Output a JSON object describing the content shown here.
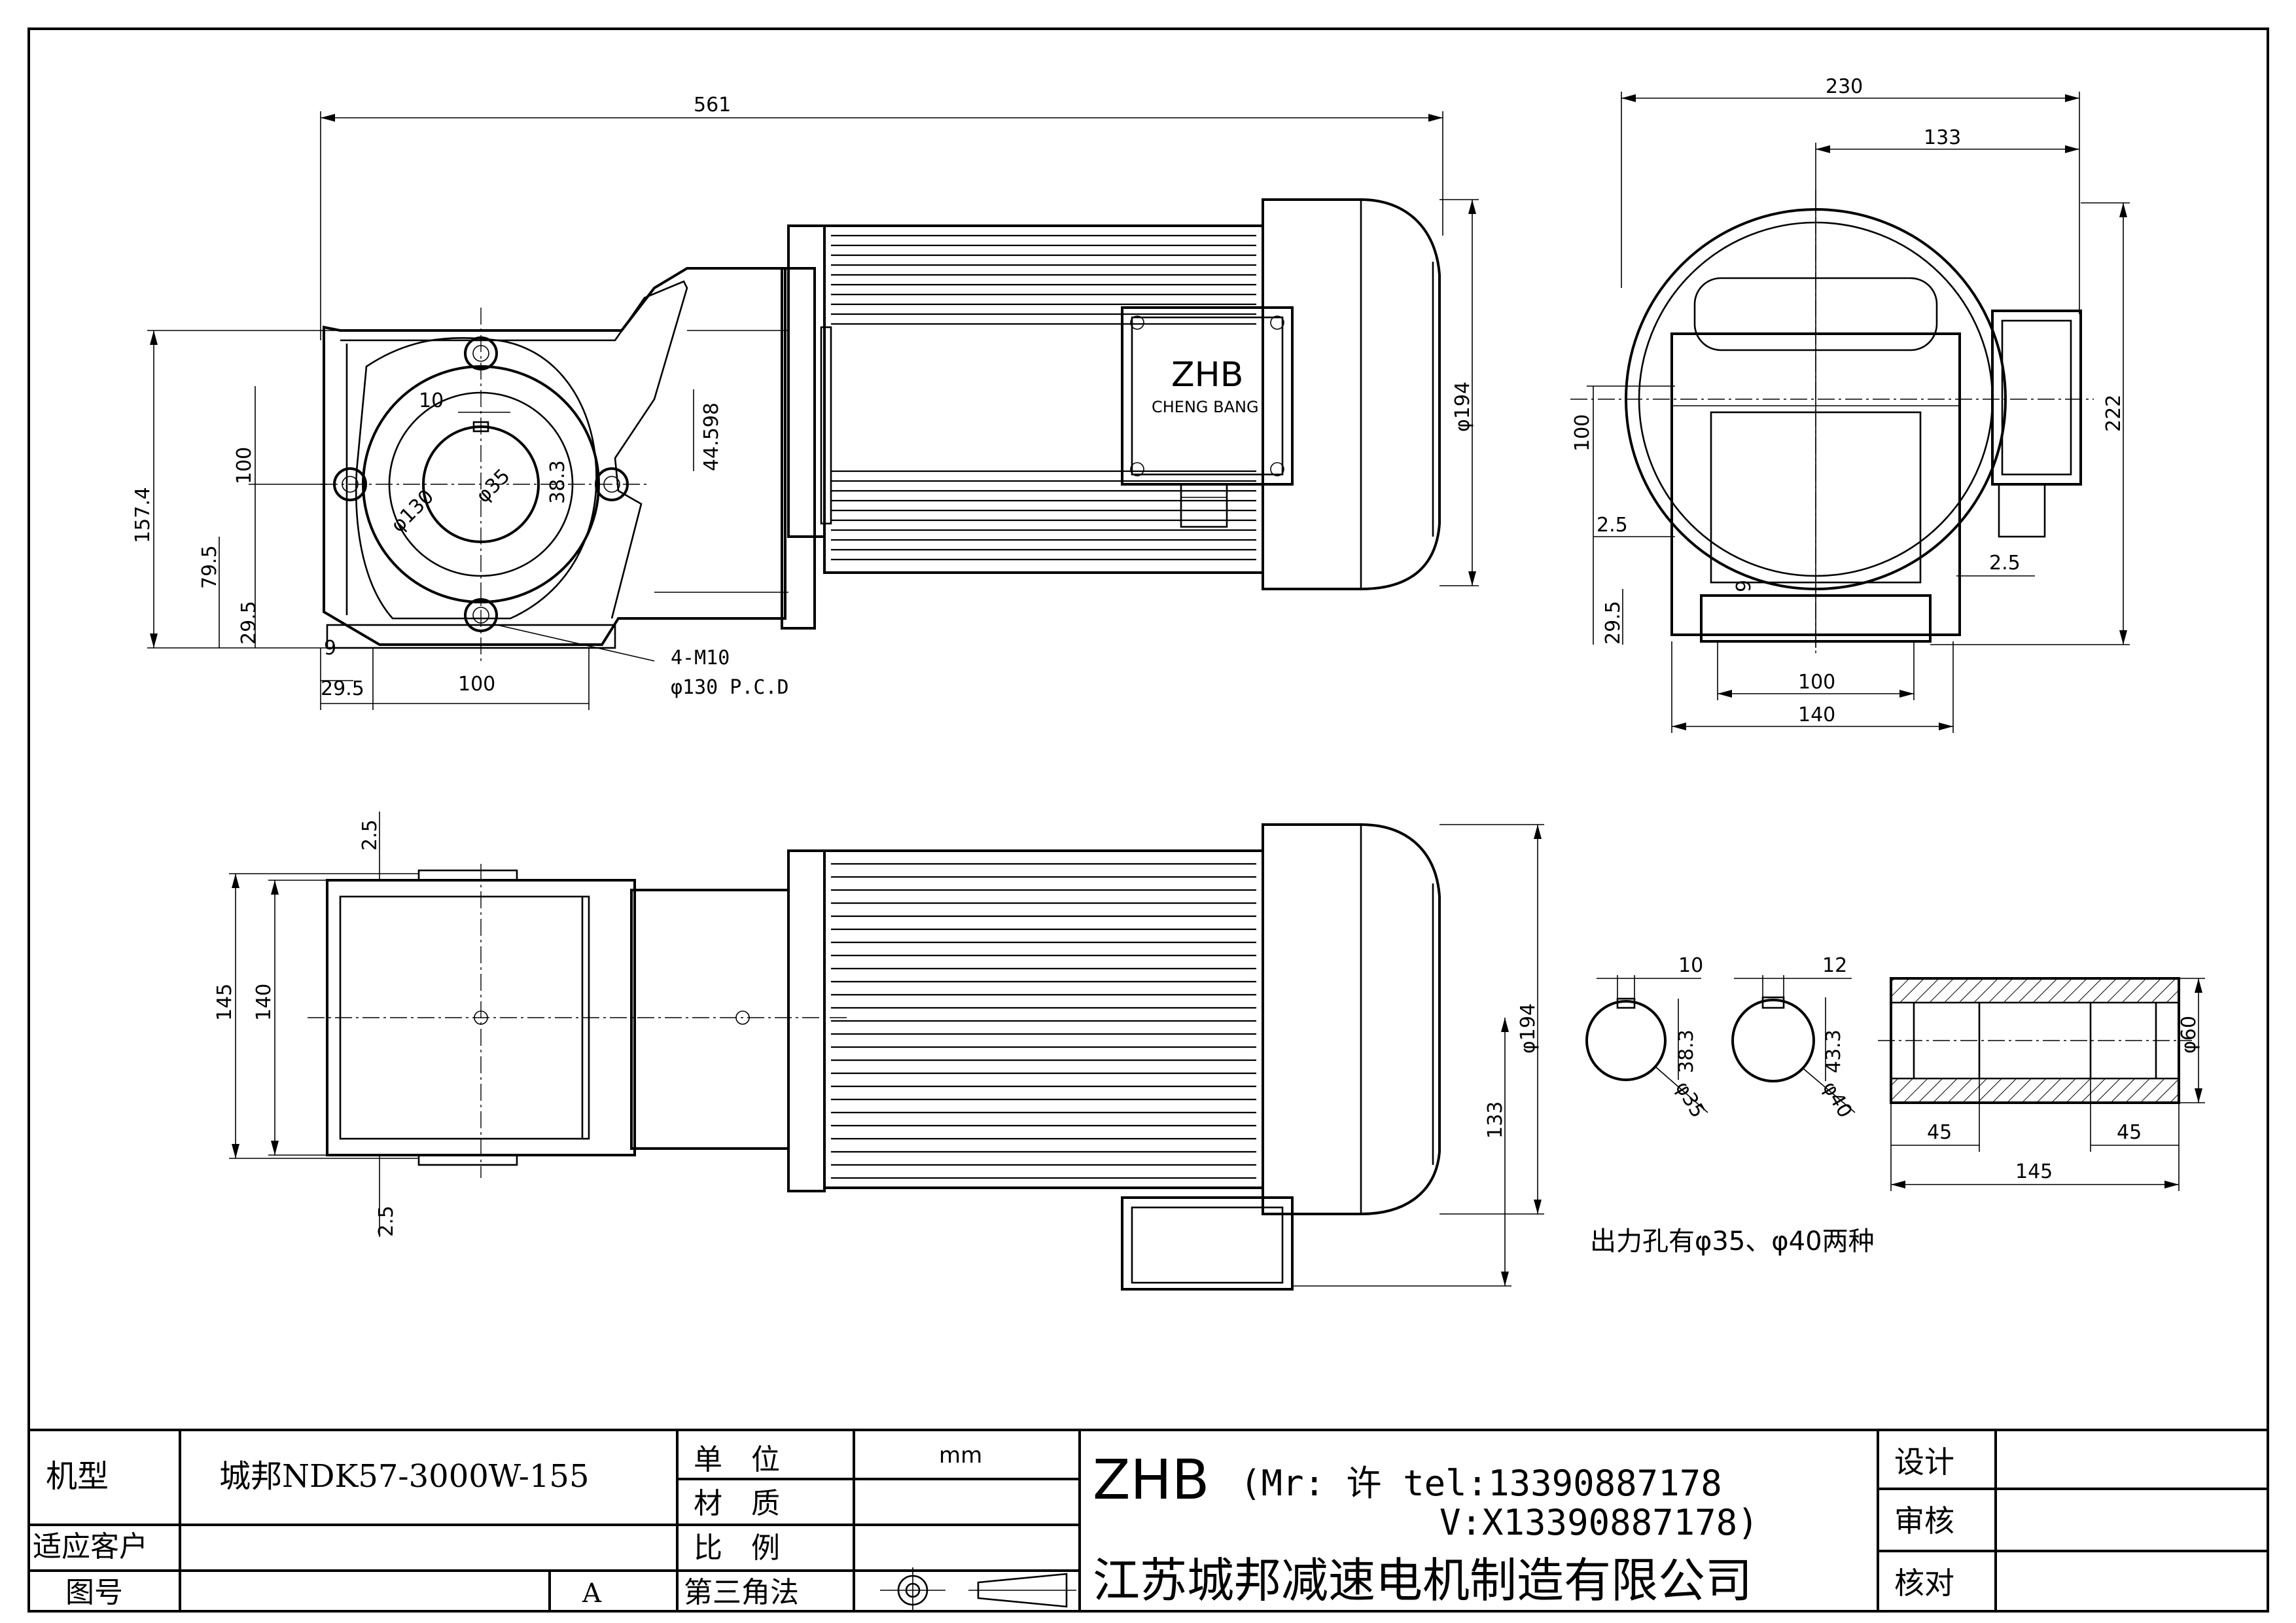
{
  "top_view": {
    "overall_length": "561",
    "height_157": "157.4",
    "height_100": "100",
    "height_79": "79.5",
    "height_29": "29.5",
    "keyway_10": "10",
    "keyway_44": "44.598",
    "keyway_38": "38.3",
    "bore": "φ35",
    "flange_circle": "φ130",
    "motor_dia": "φ194",
    "base_9": "9",
    "base_29": "29.5",
    "base_100": "100",
    "holes": "4-M10",
    "pcd": "φ130 P.C.D"
  },
  "nameplate": {
    "brand": "ZHB",
    "sub": "CHENG BANG"
  },
  "side_view": {
    "width_230": "230",
    "width_133": "133",
    "height_222": "222",
    "height_100": "100",
    "off_25_left": "2.5",
    "off_25_right": "2.5",
    "height_29": "29.5",
    "base_9": "9",
    "base_100": "100",
    "base_140": "140"
  },
  "bottom_view": {
    "off_25_top": "2.5",
    "off_25_bottom": "2.5",
    "h145": "145",
    "h140": "140",
    "motor_dia": "φ194",
    "h133": "133"
  },
  "bore_details": {
    "a_key": "10",
    "a_depth": "38.3",
    "a_dia": "φ35",
    "b_key": "12",
    "b_depth": "43.3",
    "b_dia": "φ40",
    "shaft_dia": "φ60",
    "len_45_left": "45",
    "len_45_right": "45",
    "len_145": "145",
    "note": "出力孔有φ35、φ40两种"
  },
  "title_block": {
    "model_label": "机型",
    "model_value": "城邦NDK57-3000W-155",
    "unit_label": "单　位",
    "unit_value": "mm",
    "material_label": "材　质",
    "customer_label": "适应客户",
    "scale_label": "比　例",
    "drawing_no_label": "图号",
    "drawing_no_value": "A",
    "projection_label": "第三角法",
    "company_brand": "ZHB",
    "contact_line1": "(Mr: 许 tel:13390887178",
    "contact_line2": "V:X13390887178)",
    "company_name": "江苏城邦减速电机制造有限公司",
    "design_label": "设计",
    "review_label": "审核",
    "check_label": "核对"
  }
}
